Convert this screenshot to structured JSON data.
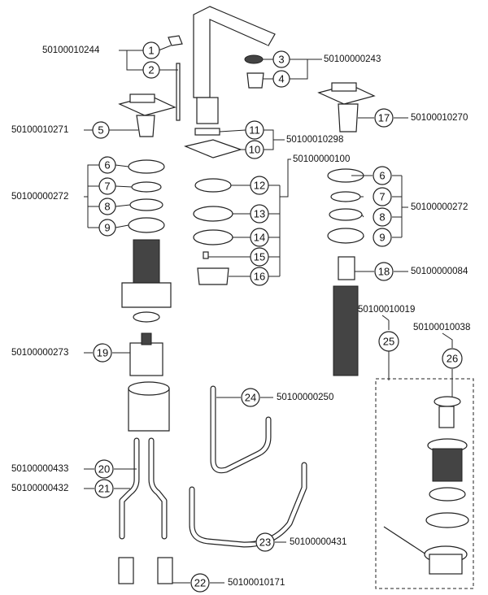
{
  "callouts": [
    {
      "num": "1"
    },
    {
      "num": "2"
    },
    {
      "num": "3"
    },
    {
      "num": "4"
    },
    {
      "num": "5"
    },
    {
      "num": "6"
    },
    {
      "num": "7"
    },
    {
      "num": "8"
    },
    {
      "num": "9"
    },
    {
      "num": "10"
    },
    {
      "num": "11"
    },
    {
      "num": "12"
    },
    {
      "num": "13"
    },
    {
      "num": "14"
    },
    {
      "num": "15"
    },
    {
      "num": "16"
    },
    {
      "num": "17"
    },
    {
      "num": "18"
    },
    {
      "num": "19"
    },
    {
      "num": "20"
    },
    {
      "num": "21"
    },
    {
      "num": "22"
    },
    {
      "num": "23"
    },
    {
      "num": "24"
    },
    {
      "num": "25"
    },
    {
      "num": "26"
    },
    {
      "num": "6"
    },
    {
      "num": "7"
    },
    {
      "num": "8"
    },
    {
      "num": "9"
    }
  ],
  "codes": [
    "50100010244",
    "50100000243",
    "50100010271",
    "50100010270",
    "50100010298",
    "50100000100",
    "50100000272",
    "50100000272",
    "50100000084",
    "50100010019",
    "50100010038",
    "50100000273",
    "50100000250",
    "50100000433",
    "50100000432",
    "50100000431",
    "50100010171"
  ]
}
